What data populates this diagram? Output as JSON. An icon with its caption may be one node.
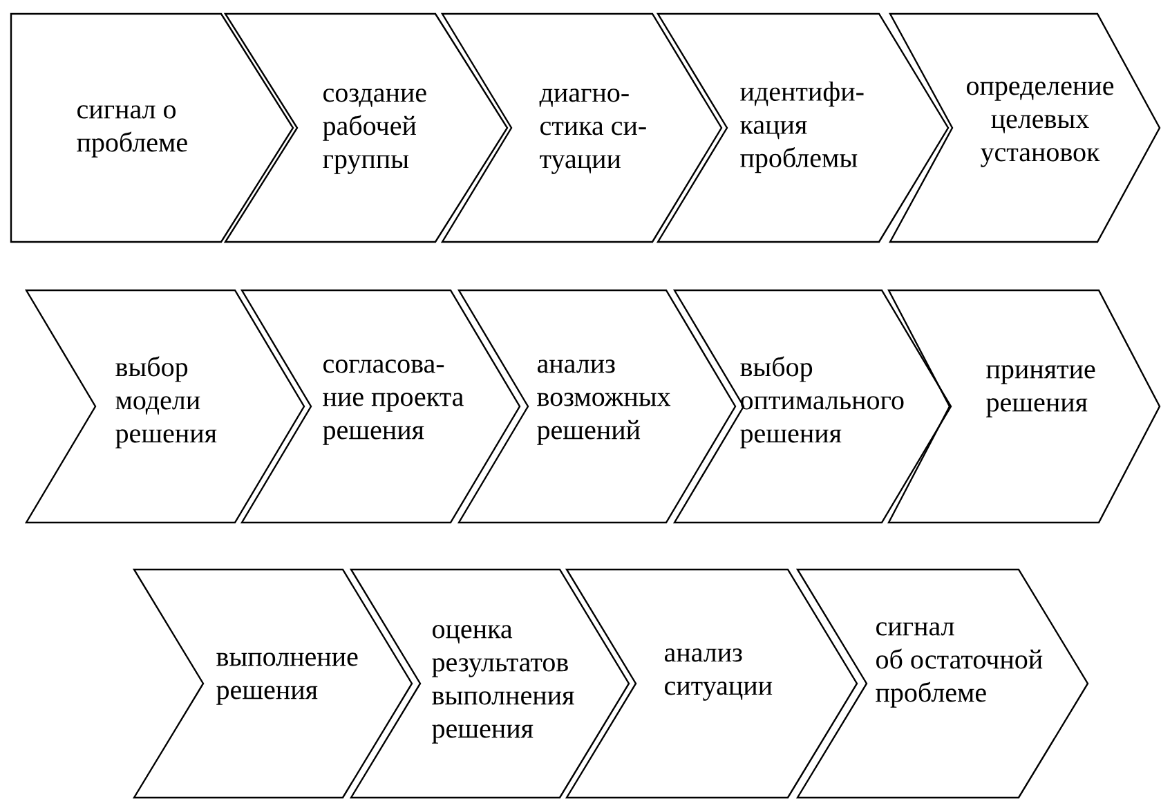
{
  "diagram": {
    "nodes": [
      {
        "text": [
          "сигнал о проблеме"
        ]
      },
      {
        "text": [
          "создание рабочей группы"
        ]
      },
      {
        "text": [
          "диагно- стика си- туации"
        ]
      },
      {
        "text": [
          "идентифи- кация проблемы"
        ]
      },
      {
        "text": [
          "определение целевых установок"
        ]
      },
      {
        "text": [
          "выбор модели решения"
        ]
      },
      {
        "text": [
          "согласова- ние проекта решения"
        ]
      },
      {
        "text": [
          "анализ возможных решений"
        ]
      },
      {
        "text": [
          "выбор оптимального решения"
        ]
      },
      {
        "text": [
          "принятие решения"
        ]
      },
      {
        "text": [
          "выполнение решения"
        ]
      },
      {
        "text": [
          "оценка результатов выполнения решения"
        ]
      },
      {
        "text": [
          "анализ ситуации"
        ]
      },
      {
        "text": [
          "сигнал об остаточной проблеме"
        ]
      }
    ]
  }
}
